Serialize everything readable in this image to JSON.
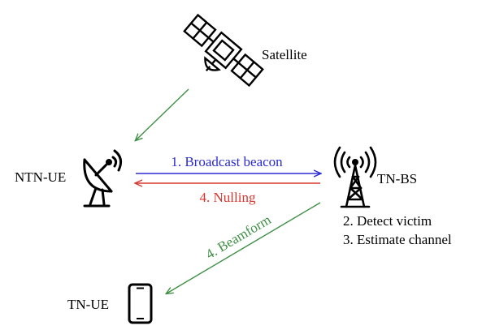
{
  "colors": {
    "green": "#3f8f45",
    "blue": "#2b2bd6",
    "red": "#d8372f",
    "ink": "#000000"
  },
  "nodes": {
    "satellite": {
      "label": "Satellite",
      "icon": "satellite-icon"
    },
    "ntn_ue": {
      "label": "NTN-UE",
      "icon": "satellite-dish-icon"
    },
    "tn_bs": {
      "label": "TN-BS",
      "icon": "cell-tower-icon"
    },
    "tn_ue": {
      "label": "TN-UE",
      "icon": "smartphone-icon"
    }
  },
  "edges": {
    "broadcast": "1. Broadcast beacon",
    "nulling": "4. Nulling",
    "beamform": "4. Beamform"
  },
  "steps": [
    "2. Detect victim",
    "3. Estimate channel"
  ]
}
